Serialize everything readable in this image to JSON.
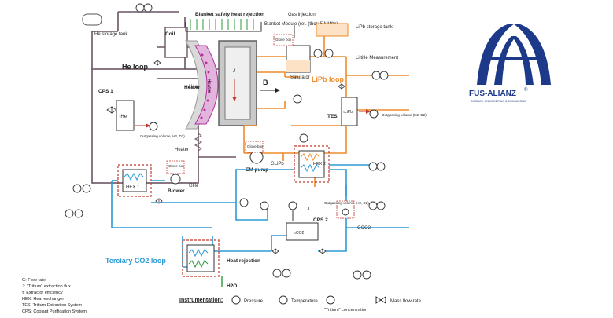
{
  "diagram": {
    "top_title": "Blanket safety heat rejection",
    "blanket_module": "Blanket Module (ref. (tbc): 5 MWth)",
    "coil": "Coil",
    "he_storage": "He storage tank",
    "he_loop": "He loop",
    "cps1": "CPS 1",
    "heater_left": "Heater",
    "heater_mid": "Heater",
    "heater_vert": "Heater",
    "blower": "Blower",
    "hex1": "HEX 1",
    "hex2": "HEX 2",
    "gas_injection": "Gas injection",
    "lipb_storage": "LiPb storage tank",
    "glove_box": "Glove box",
    "saturator": "Saturator",
    "li_title": "Li title Measurement",
    "lipb_loop": "LiPb loop",
    "tes": "TES",
    "em_pump": "EM pump",
    "outgassing": "Outgassing volume (H2, D2)",
    "cps2": "CPS 2",
    "tertiary_loop": "Terciary CO2 loop",
    "heat_rejection": "Heat rejection",
    "h2o": "H2O",
    "b_field": "B",
    "j_label": "J",
    "g_he": "GHe",
    "g_lipb": "GLiPb",
    "g_co2": "GCO2",
    "tau_he": "τHe",
    "tau_lipb": "τLiPb",
    "tau_co2": "τCO2",
    "legend": [
      "G: Flow rate",
      "J: \"Tritium\" extraction flux",
      "τ: Extractor efficiency",
      "HEX: Heat exchanger",
      "TES: Tritium Extraction System",
      "CPS: Coolant Purification System"
    ],
    "instrumentation": {
      "title": "Instrumentation:",
      "pressure": "Pressure",
      "temperature": "Temperature",
      "tritium": "\"Tritium\" concentration",
      "mass_flow": "Mass flow-rate"
    }
  },
  "logo": {
    "brand": "FUS-ALIANZ",
    "tagline": "SCIENCE, ENGINEERING & CONSULTING",
    "mark": "®",
    "color": "#1d3a8a"
  },
  "colors": {
    "he": "#6b5563",
    "lipb": "#f08a2a",
    "co2": "#2b9bd6",
    "heater": "#c83c3c",
    "magenta": "#b0309c"
  }
}
